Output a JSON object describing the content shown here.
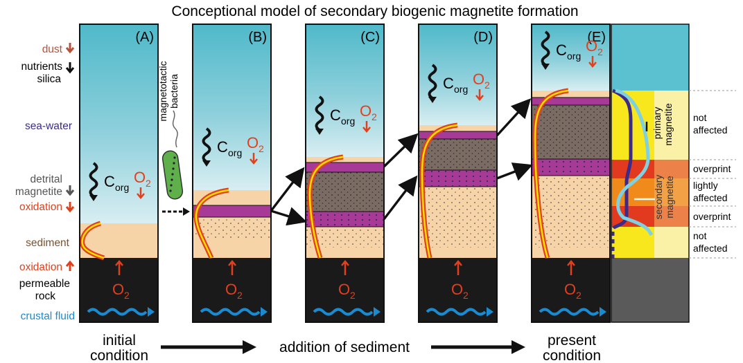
{
  "title": "Conceptional model of secondary biogenic magnetite formation",
  "left_labels": {
    "dust": "dust",
    "nutrients": "nutrients",
    "silica": "silica",
    "sea_water": "sea-water",
    "detrital": "detrital",
    "magnetite": "magnetite",
    "oxidation_top": "oxidation",
    "sediment": "sediment",
    "oxidation_bottom": "oxidation",
    "permeable": "permeable",
    "rock": "rock",
    "crustal_fluid": "crustal fluid"
  },
  "panels": [
    {
      "label": "(A)"
    },
    {
      "label": "(B)"
    },
    {
      "label": "(C)"
    },
    {
      "label": "(D)"
    },
    {
      "label": "(E)"
    }
  ],
  "corg": {
    "main": "C",
    "sub": "org"
  },
  "o2": {
    "main": "O",
    "sub": "2"
  },
  "bacteria_label": {
    "line1": "magnetotactic",
    "line2": "bacteria"
  },
  "profile_labels": {
    "primary_line1": "primary",
    "primary_line2": "magnetite",
    "secondary_line1": "secondary",
    "secondary_line2": "magnetite"
  },
  "right_labels": {
    "not_affected_top_1": "not",
    "not_affected_top_2": "affected",
    "overprint_top": "overprint",
    "lightly_1": "lightly",
    "lightly_2": "affected",
    "overprint_bottom": "overprint",
    "not_affected_bot_1": "not",
    "not_affected_bot_2": "affected"
  },
  "bottom_labels": {
    "initial_1": "initial",
    "initial_2": "condition",
    "addition": "addition of sediment",
    "present_1": "present",
    "present_2": "condition"
  },
  "colors": {
    "dust": "#b5533c",
    "oxidation": "#e2401c",
    "sea_water": "#3d2b8a",
    "crustal_fluid": "#1a8bd0",
    "rock": "#1a1a1a",
    "sediment": "#f7d3a8",
    "magenta_layer": "#a63a96",
    "water_top": "#5bc0cf",
    "water_bottom": "#d4ecf0"
  }
}
